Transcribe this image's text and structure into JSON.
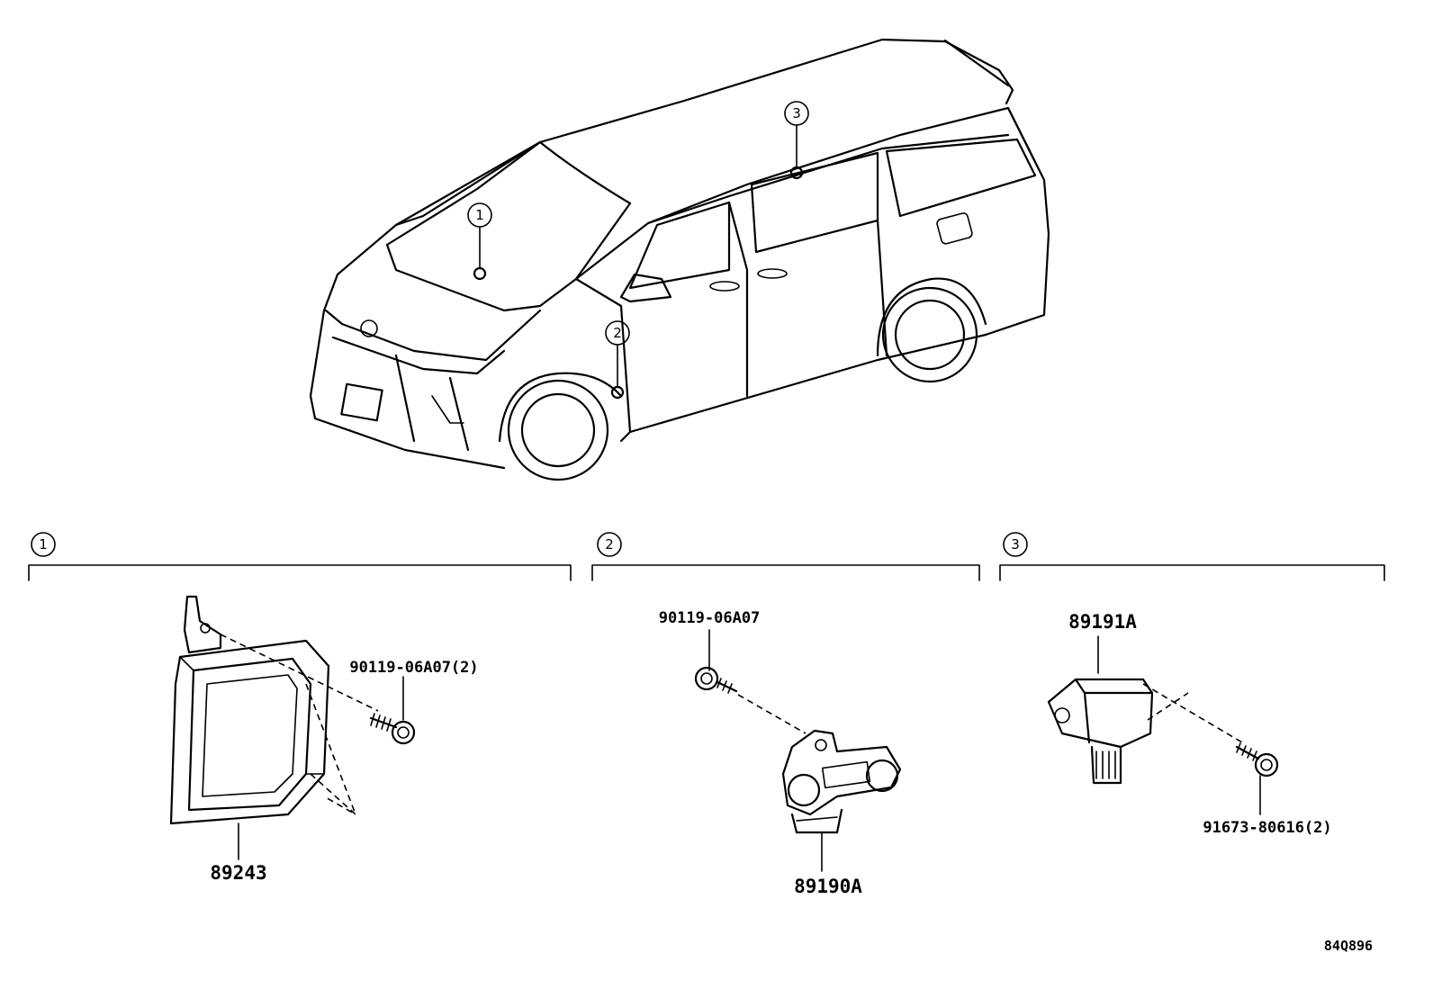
{
  "vehicle": {
    "callouts": [
      "1",
      "2",
      "3"
    ]
  },
  "sections": [
    {
      "number": "1",
      "parts": [
        {
          "id": "part-89243",
          "label": "89243"
        },
        {
          "id": "bolt-90119-06a07-2",
          "label": "90119-06A07(2)"
        }
      ]
    },
    {
      "number": "2",
      "parts": [
        {
          "id": "part-89190a",
          "label": "89190A"
        },
        {
          "id": "bolt-90119-06a07",
          "label": "90119-06A07"
        }
      ]
    },
    {
      "number": "3",
      "parts": [
        {
          "id": "part-89191a",
          "label": "89191A"
        },
        {
          "id": "bolt-91673-80616-2",
          "label": "91673-80616(2)"
        }
      ]
    }
  ],
  "illustration_ref": "84Q896"
}
